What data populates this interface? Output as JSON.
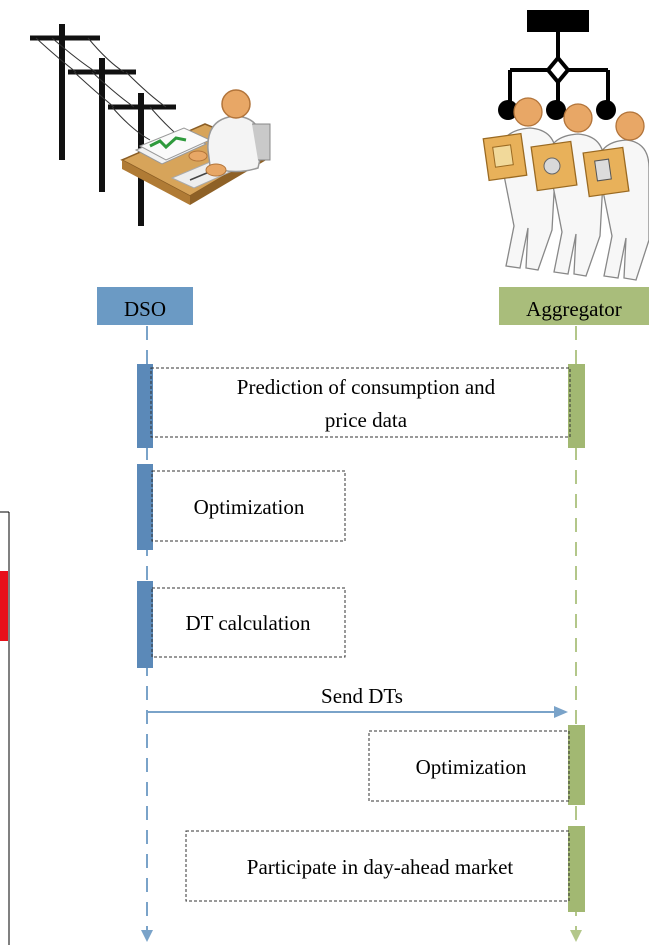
{
  "actors": {
    "dso": {
      "label": "DSO",
      "color": "#6b9ac4"
    },
    "aggregator": {
      "label": "Aggregator",
      "color": "#a9bd7b"
    }
  },
  "steps": {
    "prediction": {
      "line1": "Prediction of consumption and",
      "line2": "price data"
    },
    "dso_optimization": "Optimization",
    "dt_calculation": "DT calculation",
    "send_dts": "Send DTs",
    "agg_optimization": "Optimization",
    "participate": "Participate in day-ahead market"
  },
  "icons": {
    "dso": "power-line-operator-icon",
    "aggregator": "aggregator-network-icon"
  },
  "colors": {
    "dso_line": "#7aa3c9",
    "aggregator_line": "#b3c78a",
    "left_edge_accent": "#e8101a"
  }
}
